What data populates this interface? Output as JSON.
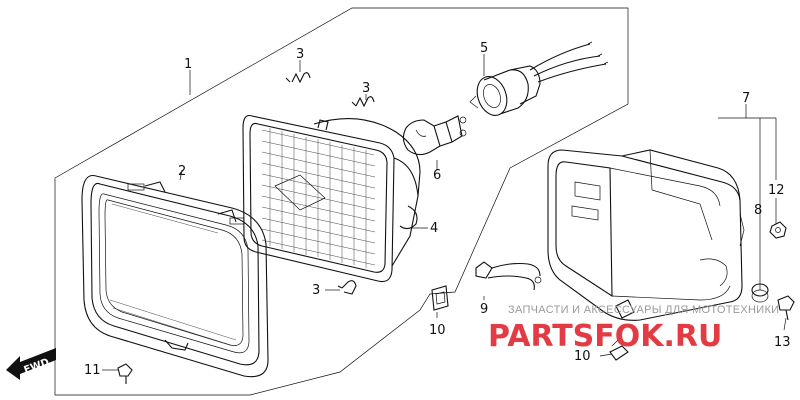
{
  "callouts": {
    "c1": "1",
    "c2": "2",
    "c3a": "3",
    "c3b": "3",
    "c3c": "3",
    "c4": "4",
    "c5": "5",
    "c6": "6",
    "c7": "7",
    "c8": "8",
    "c9": "9",
    "c10a": "10",
    "c10b": "10",
    "c11": "11",
    "c12": "12",
    "c13": "13"
  },
  "fwd_label": "FWD",
  "watermark": {
    "line1": "ЗАПЧАСТИ И АКСЕССУАРЫ ДЛЯ МОТОТЕХНИКИ",
    "brand": "PARTSFOK.RU",
    "brand_color": "#e0202a"
  }
}
